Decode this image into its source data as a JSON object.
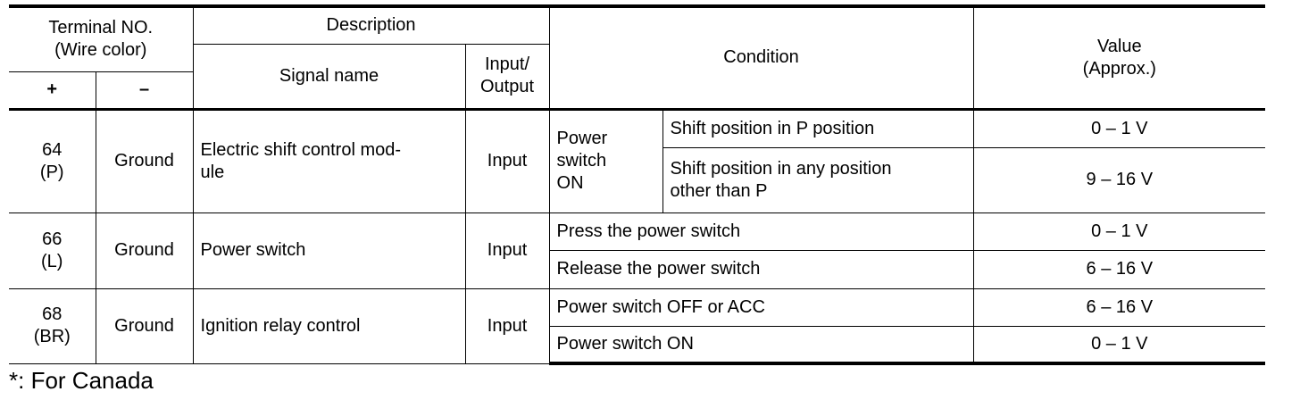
{
  "header": {
    "terminal_no": "Terminal NO.",
    "wire_color": "(Wire color)",
    "plus": "+",
    "minus": "–",
    "description": "Description",
    "signal_name": "Signal name",
    "input_label": "Input/",
    "output_label": "Output",
    "condition": "Condition",
    "value": "Value",
    "approx": "(Approx.)"
  },
  "rows": [
    {
      "terminal": "64",
      "wire": "(P)",
      "ground": "Ground",
      "signal_line1": "Electric shift control mod-",
      "signal_line2": "ule",
      "io": "Input",
      "condition_group_line1": "Power",
      "condition_group_line2": "switch",
      "condition_group_line3": "ON",
      "conditions": [
        {
          "text_line1": "Shift position in P position",
          "text_line2": "",
          "value": "0 – 1 V"
        },
        {
          "text_line1": "Shift position in any position",
          "text_line2": "other than P",
          "value": "9 – 16 V"
        }
      ]
    },
    {
      "terminal": "66",
      "wire": "(L)",
      "ground": "Ground",
      "signal": "Power switch",
      "io": "Input",
      "conditions": [
        {
          "text": "Press the power switch",
          "value": "0 – 1 V"
        },
        {
          "text": "Release the power switch",
          "value": "6 – 16 V"
        }
      ]
    },
    {
      "terminal": "68",
      "wire": "(BR)",
      "ground": "Ground",
      "signal": "Ignition relay control",
      "io": "Input",
      "conditions": [
        {
          "text": "Power switch OFF or ACC",
          "value": "6 – 16 V"
        },
        {
          "text": "Power switch ON",
          "value": "0 – 1 V"
        }
      ]
    }
  ],
  "footnote": "*: For Canada"
}
